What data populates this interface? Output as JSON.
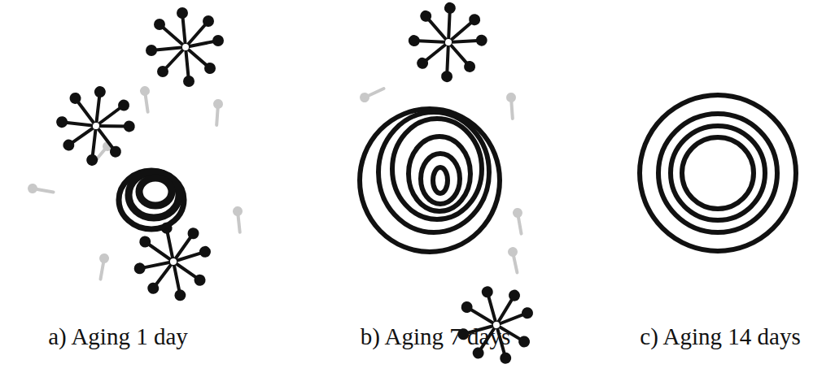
{
  "diagram": {
    "labels": [
      "a) Aging 1 day",
      "b) Aging 7 days",
      "c) Aging 14 days"
    ]
  }
}
